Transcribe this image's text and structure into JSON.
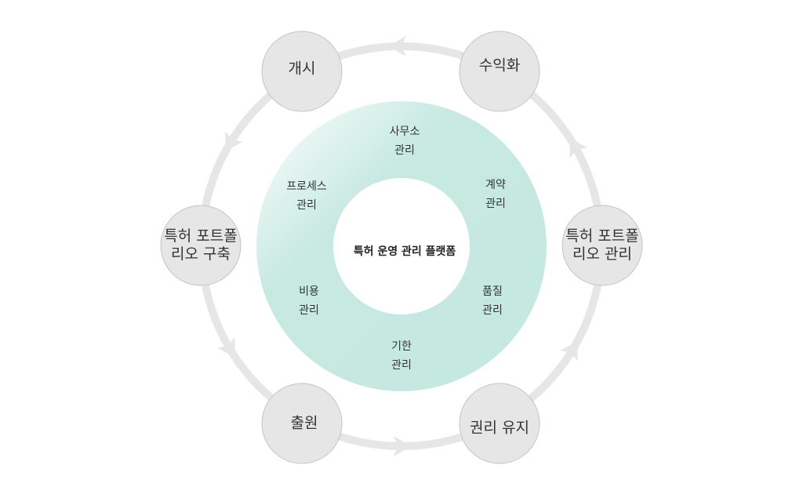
{
  "center_title": "특허 운영 관리 플랫폼",
  "stages": [
    {
      "line1": "개시",
      "line2": ""
    },
    {
      "line1": "수익화",
      "line2": ""
    },
    {
      "line1": "특허 포트폴",
      "line2": "리오 구축"
    },
    {
      "line1": "특허 포트폴",
      "line2": "리오 관리"
    },
    {
      "line1": "출원",
      "line2": ""
    },
    {
      "line1": "권리 유지",
      "line2": ""
    }
  ],
  "segments": [
    {
      "line1": "사무소",
      "line2": "관리"
    },
    {
      "line1": "계약",
      "line2": "관리"
    },
    {
      "line1": "프로세스",
      "line2": "관리"
    },
    {
      "line1": "비용",
      "line2": "관리"
    },
    {
      "line1": "품질",
      "line2": "관리"
    },
    {
      "line1": "기한",
      "line2": "관리"
    }
  ],
  "colors": {
    "ring": "#e6e6e6",
    "node_fill": "#e6e6e6",
    "node_stroke": "#c4c4c4",
    "donut_light": "#f4faf8",
    "donut_mint": "#bfe5dc"
  }
}
